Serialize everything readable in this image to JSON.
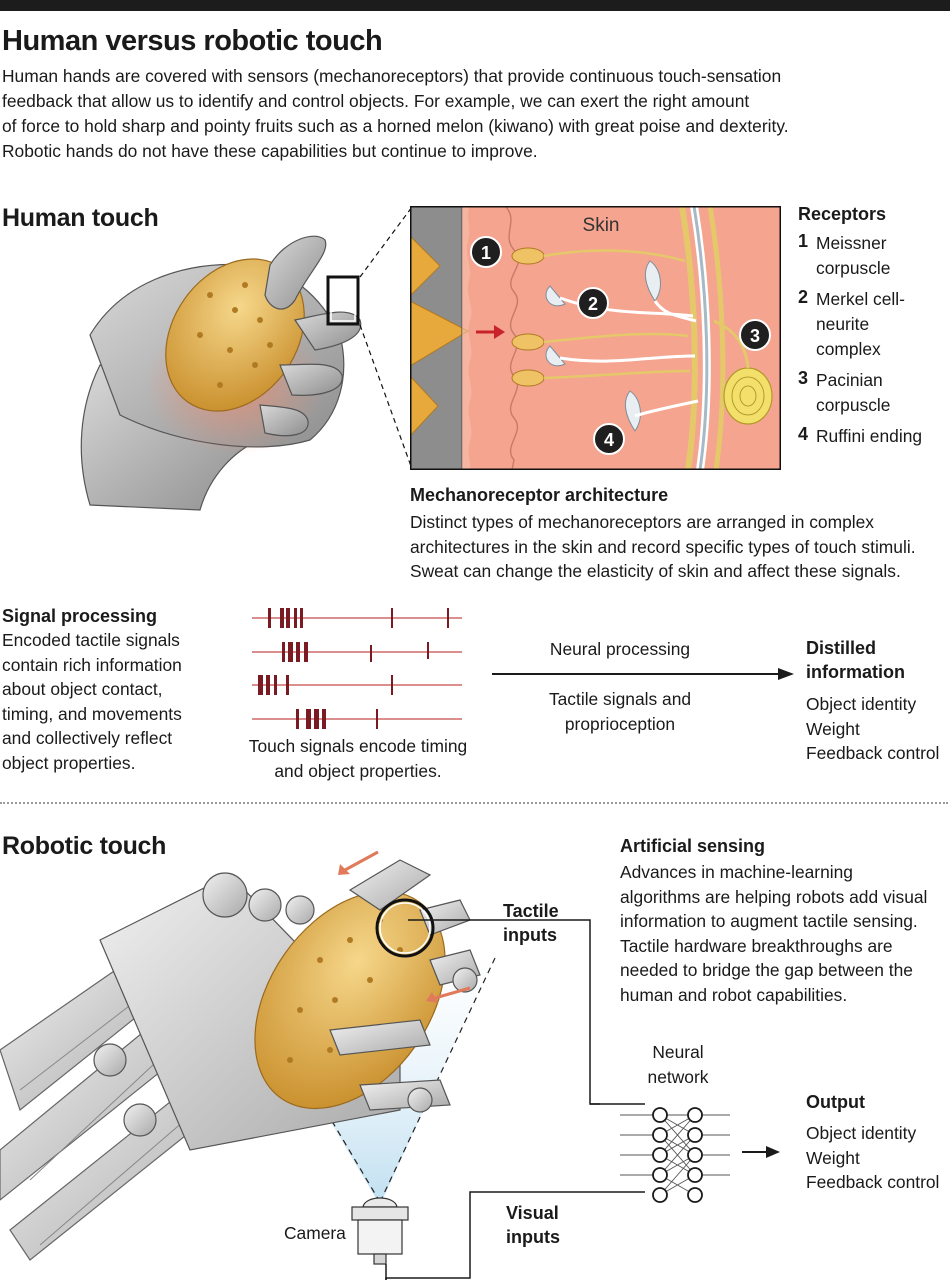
{
  "title": "Human versus robotic touch",
  "intro_lines": [
    "Human hands are covered with sensors (mechanoreceptors) that provide continuous touch-sensation",
    "feedback that allow us to identify and control objects. For example, we can exert the right amount",
    "of force to hold sharp and pointy fruits such as a horned melon (kiwano) with great poise and dexterity.",
    "Robotic hands do not have these capabilities but continue to improve."
  ],
  "human_touch": {
    "heading": "Human touch",
    "skin_label": "Skin",
    "receptors_heading": "Receptors",
    "receptors": [
      {
        "num": "1",
        "lines": [
          "Meissner",
          "corpuscle"
        ]
      },
      {
        "num": "2",
        "lines": [
          "Merkel cell-",
          "neurite",
          "complex"
        ]
      },
      {
        "num": "3",
        "lines": [
          "Pacinian",
          "corpuscle"
        ]
      },
      {
        "num": "4",
        "lines": [
          "Ruffini ending"
        ]
      }
    ],
    "marker_numbers": [
      "1",
      "2",
      "3",
      "4"
    ],
    "architecture_heading": "Mechanoreceptor architecture",
    "architecture_lines": [
      "Distinct types of mechanoreceptors are arranged in complex",
      "architectures in the skin and record specific types of touch stimuli.",
      "Sweat can change the elasticity of skin and affect these signals."
    ]
  },
  "signal_processing": {
    "heading": "Signal processing",
    "lines": [
      "Encoded tactile signals",
      "contain rich information",
      "about object contact,",
      "timing, and movements",
      "and collectively reflect",
      "object properties."
    ],
    "caption_lines": [
      "Touch signals encode timing",
      "and object properties."
    ],
    "arrow_top_label": "Neural processing",
    "arrow_bottom_lines": [
      "Tactile signals and",
      "proprioception"
    ],
    "distilled_heading_lines": [
      "Distilled",
      "information"
    ],
    "distilled_items": [
      "Object identity",
      "Weight",
      "Feedback control"
    ]
  },
  "robotic_touch": {
    "heading": "Robotic touch",
    "artificial_heading": "Artificial sensing",
    "artificial_lines": [
      "Advances in machine-learning",
      "algorithms are helping robots add visual",
      "information to augment tactile sensing.",
      "Tactile hardware breakthroughs are",
      "needed to bridge the gap between the",
      "human and robot capabilities."
    ],
    "tactile_inputs_lines": [
      "Tactile",
      "inputs"
    ],
    "visual_inputs_lines": [
      "Visual",
      "inputs"
    ],
    "neural_network_lines": [
      "Neural",
      "network"
    ],
    "camera_label": "Camera",
    "output_heading": "Output",
    "output_items": [
      "Object identity",
      "Weight",
      "Feedback control"
    ]
  },
  "colors": {
    "skin": "#f4a48f",
    "accent_red": "#7a1a22",
    "fruit": "#e7b450",
    "marker": "#1f1f1f"
  }
}
